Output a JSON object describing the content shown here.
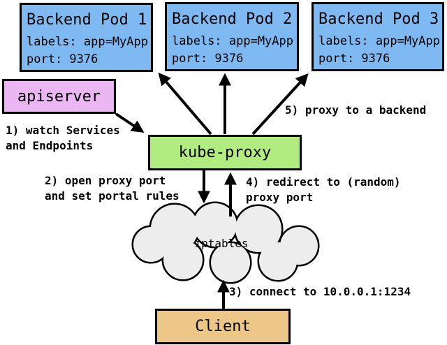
{
  "pods": [
    {
      "title": "Backend Pod 1",
      "labels": "labels: app=MyApp",
      "port": "port: 9376"
    },
    {
      "title": "Backend Pod 2",
      "labels": "labels: app=MyApp",
      "port": "port: 9376"
    },
    {
      "title": "Backend Pod 3",
      "labels": "labels: app=MyApp",
      "port": "port: 9376"
    }
  ],
  "apiserver": {
    "label": "apiserver"
  },
  "kube_proxy": {
    "label": "kube-proxy"
  },
  "iptables": {
    "label": "iptables"
  },
  "client": {
    "label": "Client"
  },
  "annotations": {
    "step1": "1) watch Services\nand Endpoints",
    "step2": "2) open proxy port\nand set portal rules",
    "step3": "3) connect to 10.0.0.1:1234",
    "step4": "4) redirect to (random)\nproxy port",
    "step5": "5) proxy to a backend"
  },
  "colors": {
    "pod_fill": "#7FB9F2",
    "apiserver_fill": "#EBB7F3",
    "kube_proxy_fill": "#B0EC80",
    "client_fill": "#EDC787",
    "cloud_fill": "#EDEDED",
    "line": "#000000",
    "background": "#FFFFFF"
  }
}
